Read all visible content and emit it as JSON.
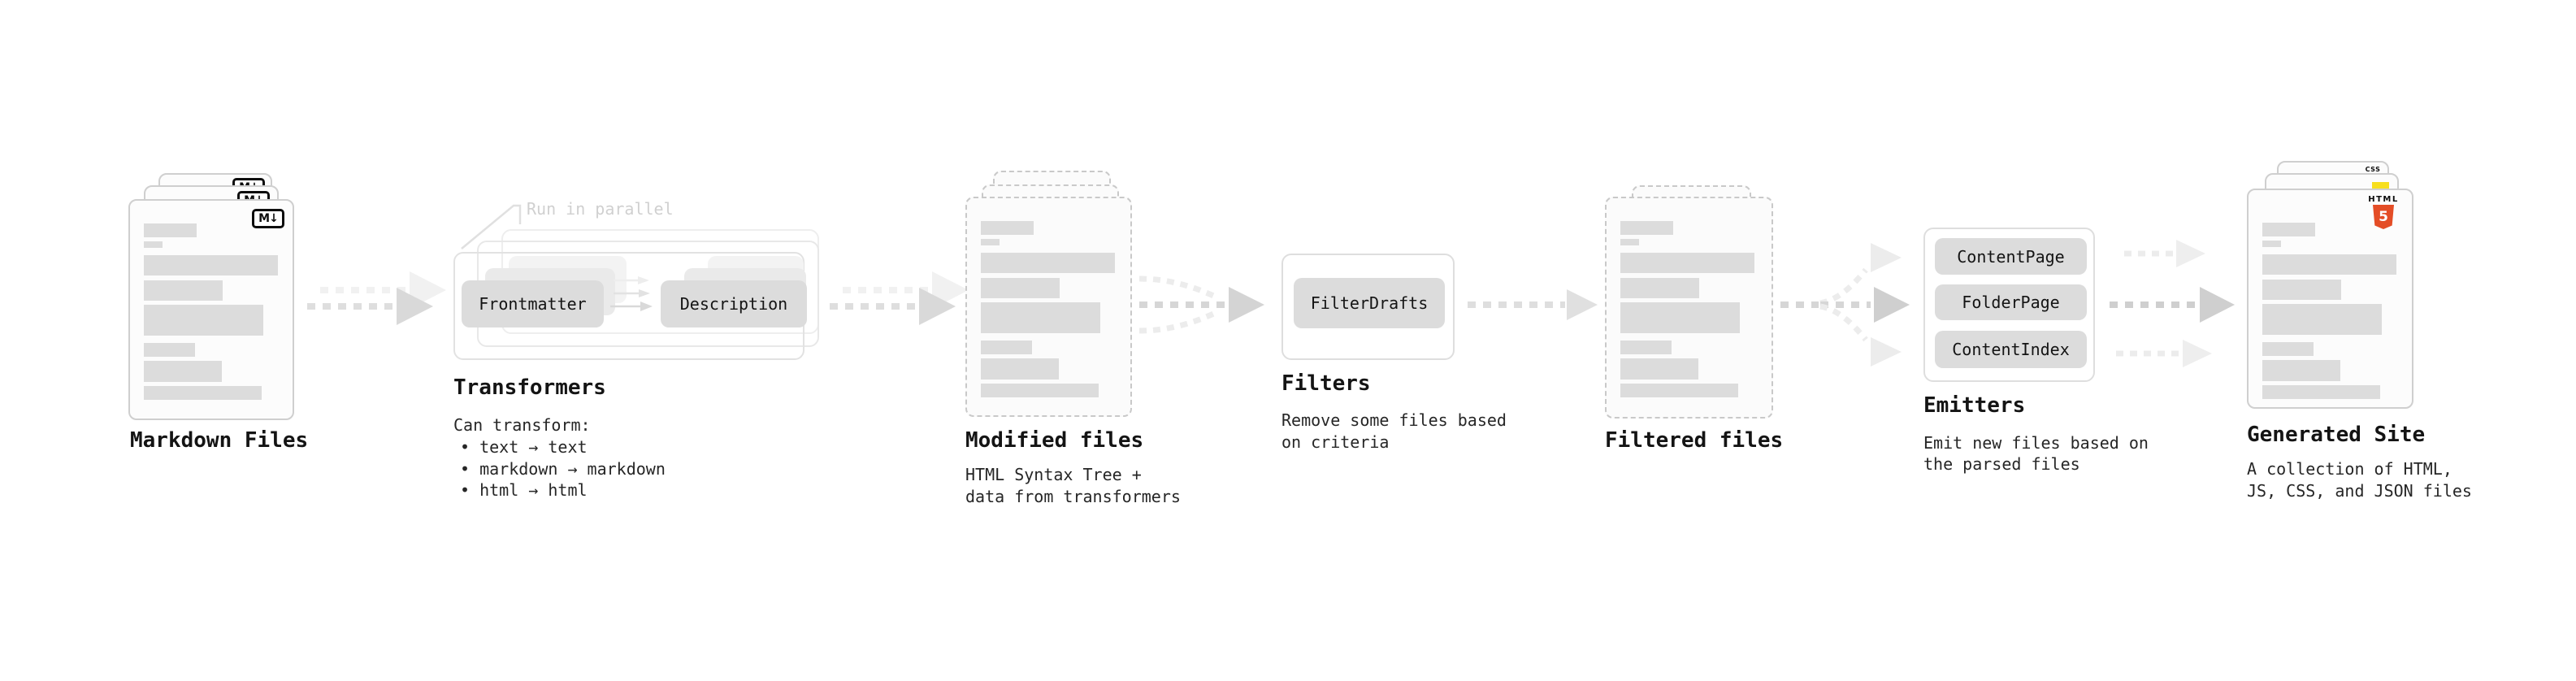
{
  "pipeline": {
    "markdown_files": {
      "label": "Markdown Files",
      "badge": "M↓"
    },
    "transformers": {
      "title": "Transformers",
      "annotation": "Run in parallel",
      "step1": "Frontmatter",
      "step2": "Description",
      "desc_heading": "Can transform:",
      "bullets": [
        "• text → text",
        "• markdown → markdown",
        "• html → html"
      ]
    },
    "modified_files": {
      "label": "Modified files",
      "desc": [
        "HTML Syntax Tree +",
        "data from transformers"
      ]
    },
    "filters": {
      "title": "Filters",
      "step1": "FilterDrafts",
      "desc": [
        "Remove some files based",
        "on criteria"
      ]
    },
    "filtered_files": {
      "label": "Filtered files"
    },
    "emitters": {
      "title": "Emitters",
      "step1": "ContentPage",
      "step2": "FolderPage",
      "step3": "ContentIndex",
      "desc": [
        "Emit new files based on",
        "the parsed files"
      ]
    },
    "generated_site": {
      "label": "Generated Site",
      "desc": [
        "A collection of HTML,",
        "JS, CSS, and JSON files"
      ],
      "badge_html_text": "HTML",
      "badge_html_number": "5",
      "badge_css_text": "CSS"
    },
    "colors": {
      "html5_orange": "#e44d26",
      "js_yellow": "#f7df1e",
      "css_blue": "#2670ea",
      "skeleton_gray": "#dcdcdc",
      "arrow_gray": "#d9d9d9",
      "muted_annotation": "#d0d0d0"
    }
  }
}
